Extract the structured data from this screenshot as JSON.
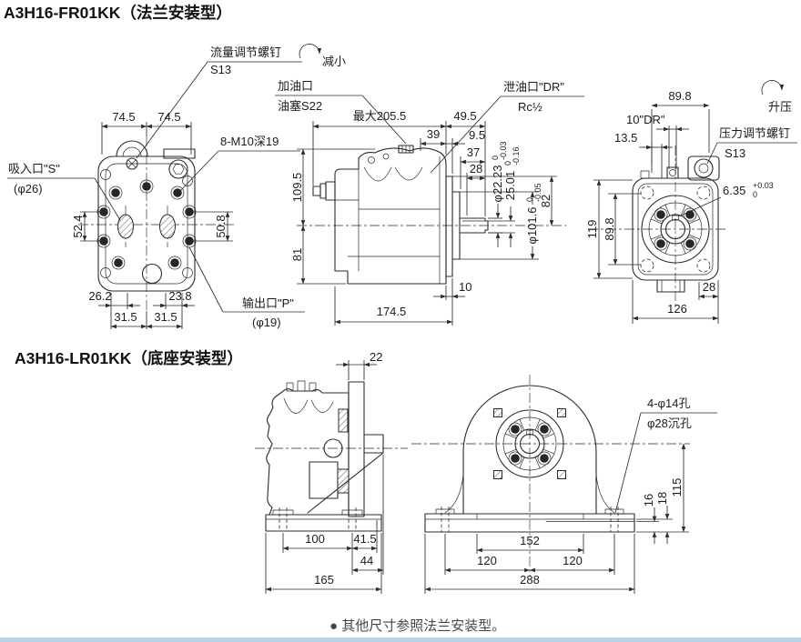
{
  "colors": {
    "line": "#2b2b2b",
    "accent_bar": "#b9d3e6"
  },
  "flange": {
    "title": "A3H16-FR01KK（法兰安装型）",
    "callouts": {
      "flow_screw": {
        "l1": "流量调节螺钉",
        "l2": "S13"
      },
      "decrease": "减小",
      "oil_fill": {
        "l1": "加油口",
        "l2": "油塞S22"
      },
      "drain": {
        "l1": "泄油口\"DR\"",
        "l2": "Rc½"
      },
      "suction": {
        "l1": "吸入口\"S\"",
        "l2": "(φ26)"
      },
      "bolt_spec": "8-M10深19",
      "outlet": {
        "l1": "输出口\"P\"",
        "l2": "(φ19)"
      },
      "increase": "升压",
      "pressure_screw": {
        "l1": "压力调节螺钉",
        "l2": "S13"
      },
      "dr10": "10\"DR\""
    },
    "front_dims": {
      "top_left": "74.5",
      "top_right": "74.5",
      "left_h": "52.4",
      "right_h": "50.8",
      "b1": "26.2",
      "b2": "23.8",
      "b3": "31.5",
      "b4": "31.5"
    },
    "side_dims": {
      "max_len": "最大205.5",
      "c1": "49.5",
      "c2": "39",
      "c3": "9.5",
      "c4": "37",
      "c5": "28",
      "h1": "109.5",
      "h2": "81",
      "flange_t": "10",
      "body_len": "174.5",
      "d82": "82",
      "shaft_dia": {
        "v": "φ22.23",
        "tt": "0",
        "tb": "-0.03"
      },
      "key_h": {
        "v": "25.01",
        "tt": "0",
        "tb": "-0.16"
      },
      "pilot_dia": {
        "v": "φ101.6",
        "tt": "0",
        "tb": "-0.05"
      }
    },
    "rear_dims": {
      "top_w": "89.8",
      "d135": "13.5",
      "left_h1": "119",
      "left_h2": "89.8",
      "b1": "28",
      "b2": "126",
      "key_w": {
        "v": "6.35",
        "tt": "+0.03",
        "tb": "0"
      }
    }
  },
  "base": {
    "title": "A3H16-LR01KK（底座安装型）",
    "callouts": {
      "holes": {
        "l1": "4-φ14孔",
        "l2": "φ28沉孔"
      }
    },
    "side_dims": {
      "plate_t": "22",
      "foot_span": "100",
      "f2": "41.5",
      "f3": "44",
      "total": "165"
    },
    "front_dims": {
      "h": "115",
      "s18": "18",
      "s16": "16",
      "w1": "152",
      "w2": "120",
      "w3": "120",
      "w4": "288"
    }
  },
  "note": "● 其他尺寸参照法兰安装型。"
}
